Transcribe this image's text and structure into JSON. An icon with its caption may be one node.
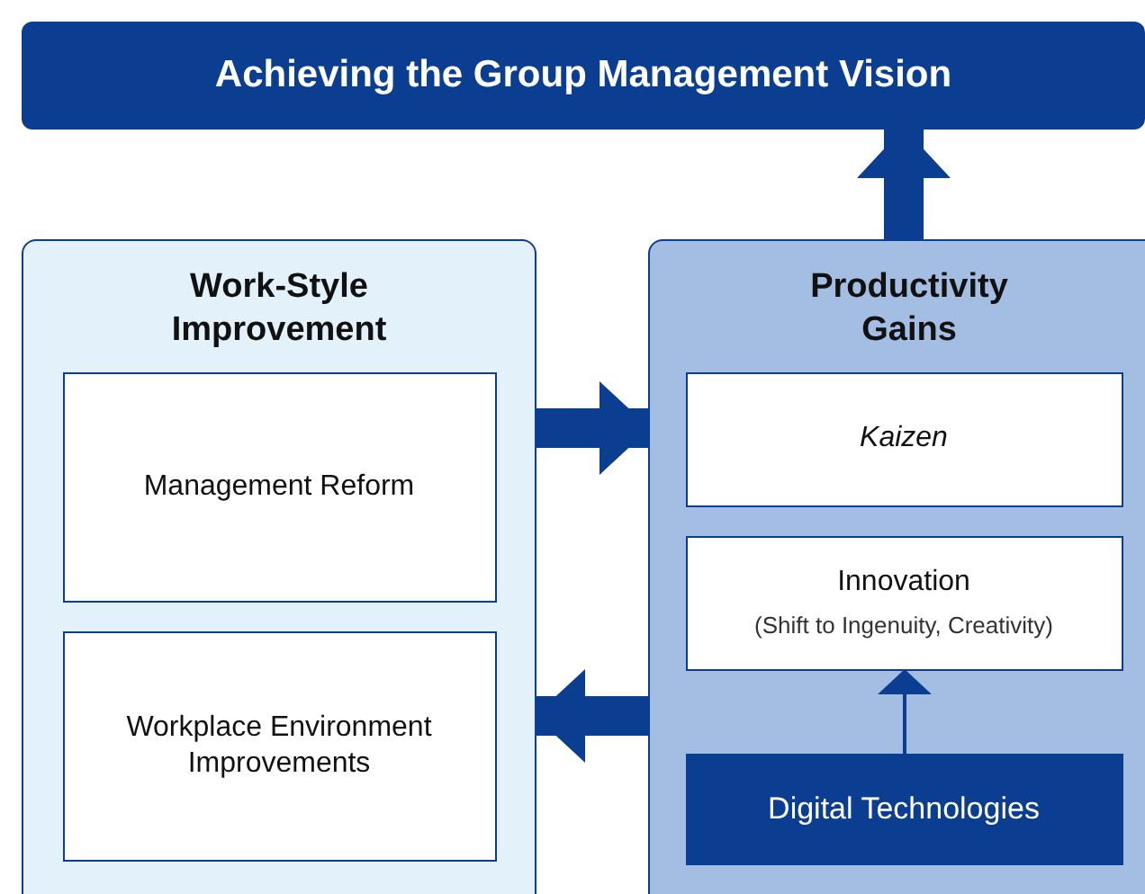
{
  "diagram": {
    "nodes": [
      {
        "text": [
          "Achieving the Group Management Vision"
        ]
      },
      {
        "text": [
          "Work-Style Improvement"
        ]
      },
      {
        "text": [
          "Management Reform"
        ],
        "in": 1
      },
      {
        "text": [
          "Workplace Environment Improvements"
        ],
        "in": 1
      },
      {
        "text": [
          "Productivity Gains"
        ]
      },
      {
        "text": [
          "Kaizen"
        ],
        "in": 4
      },
      {
        "text": [
          "Innovation",
          "(Shift to Ingenuity, Creativity)"
        ],
        "in": 4
      },
      {
        "text": [
          "Digital Technologies"
        ],
        "in": 4
      }
    ],
    "edges": [
      {
        "from": 4,
        "to": 0,
        "arrow": "to"
      },
      {
        "from": 1,
        "to": 4,
        "arrow": "to"
      },
      {
        "from": 4,
        "to": 1,
        "arrow": "to"
      },
      {
        "from": 7,
        "to": 6,
        "arrow": "to"
      }
    ]
  }
}
